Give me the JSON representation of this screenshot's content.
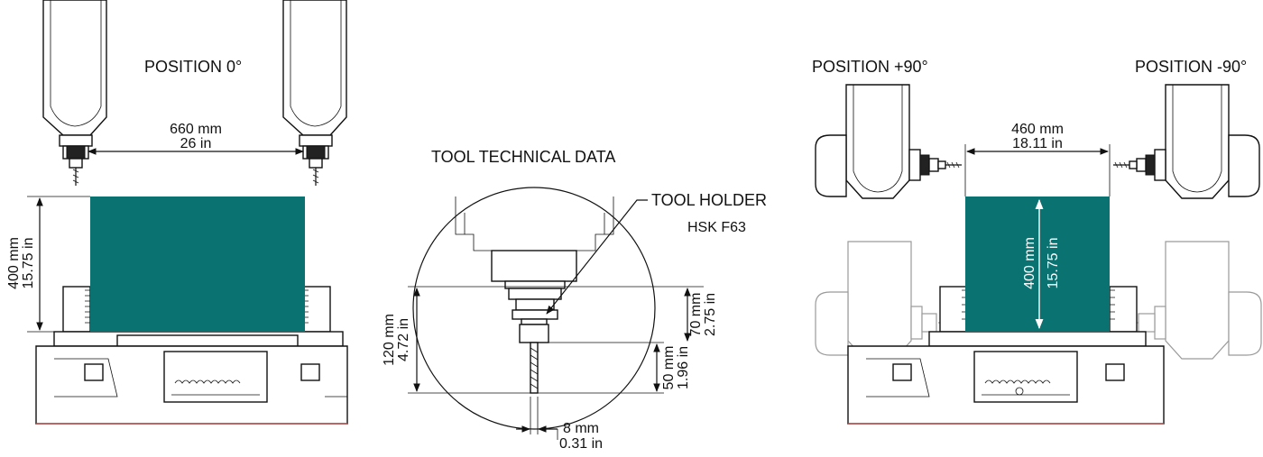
{
  "colors": {
    "workpiece": "#0b7272",
    "ground_line": "#d9534f",
    "ghost_stroke": "#9a9a9a",
    "line": "#111111"
  },
  "left_view": {
    "title": "POSITION 0°",
    "span": {
      "mm": "660 mm",
      "in": "26 in"
    },
    "height": {
      "mm": "400 mm",
      "in": "15.75 in"
    }
  },
  "tool_view": {
    "title": "TOOL TECHNICAL DATA",
    "holder_label": "TOOL HOLDER",
    "holder_type": "HSK F63",
    "total_length": {
      "mm": "120 mm",
      "in": "4.72 in"
    },
    "holder_length": {
      "mm": "70 mm",
      "in": "2.75 in"
    },
    "tool_length": {
      "mm": "50 mm",
      "in": "1.96 in"
    },
    "diameter": {
      "mm": "8 mm",
      "in": "0.31 in"
    }
  },
  "right_view": {
    "title_left": "POSITION +90°",
    "title_right": "POSITION -90°",
    "span": {
      "mm": "460 mm",
      "in": "18.11 in"
    },
    "height": {
      "mm": "400 mm",
      "in": "15.75 in"
    }
  }
}
